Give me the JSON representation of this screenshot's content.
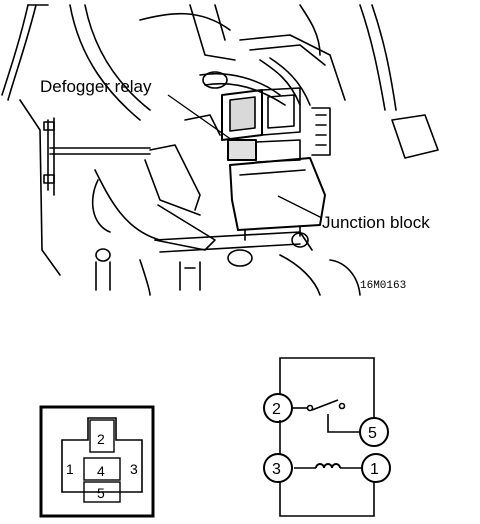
{
  "labels": {
    "relay": "Defogger relay",
    "junction": "Junction block",
    "figure_code": "16M0163"
  },
  "connector": {
    "pins": [
      "1",
      "2",
      "3",
      "4",
      "5"
    ]
  },
  "schematic": {
    "terminals": [
      "2",
      "5",
      "3",
      "1"
    ]
  }
}
